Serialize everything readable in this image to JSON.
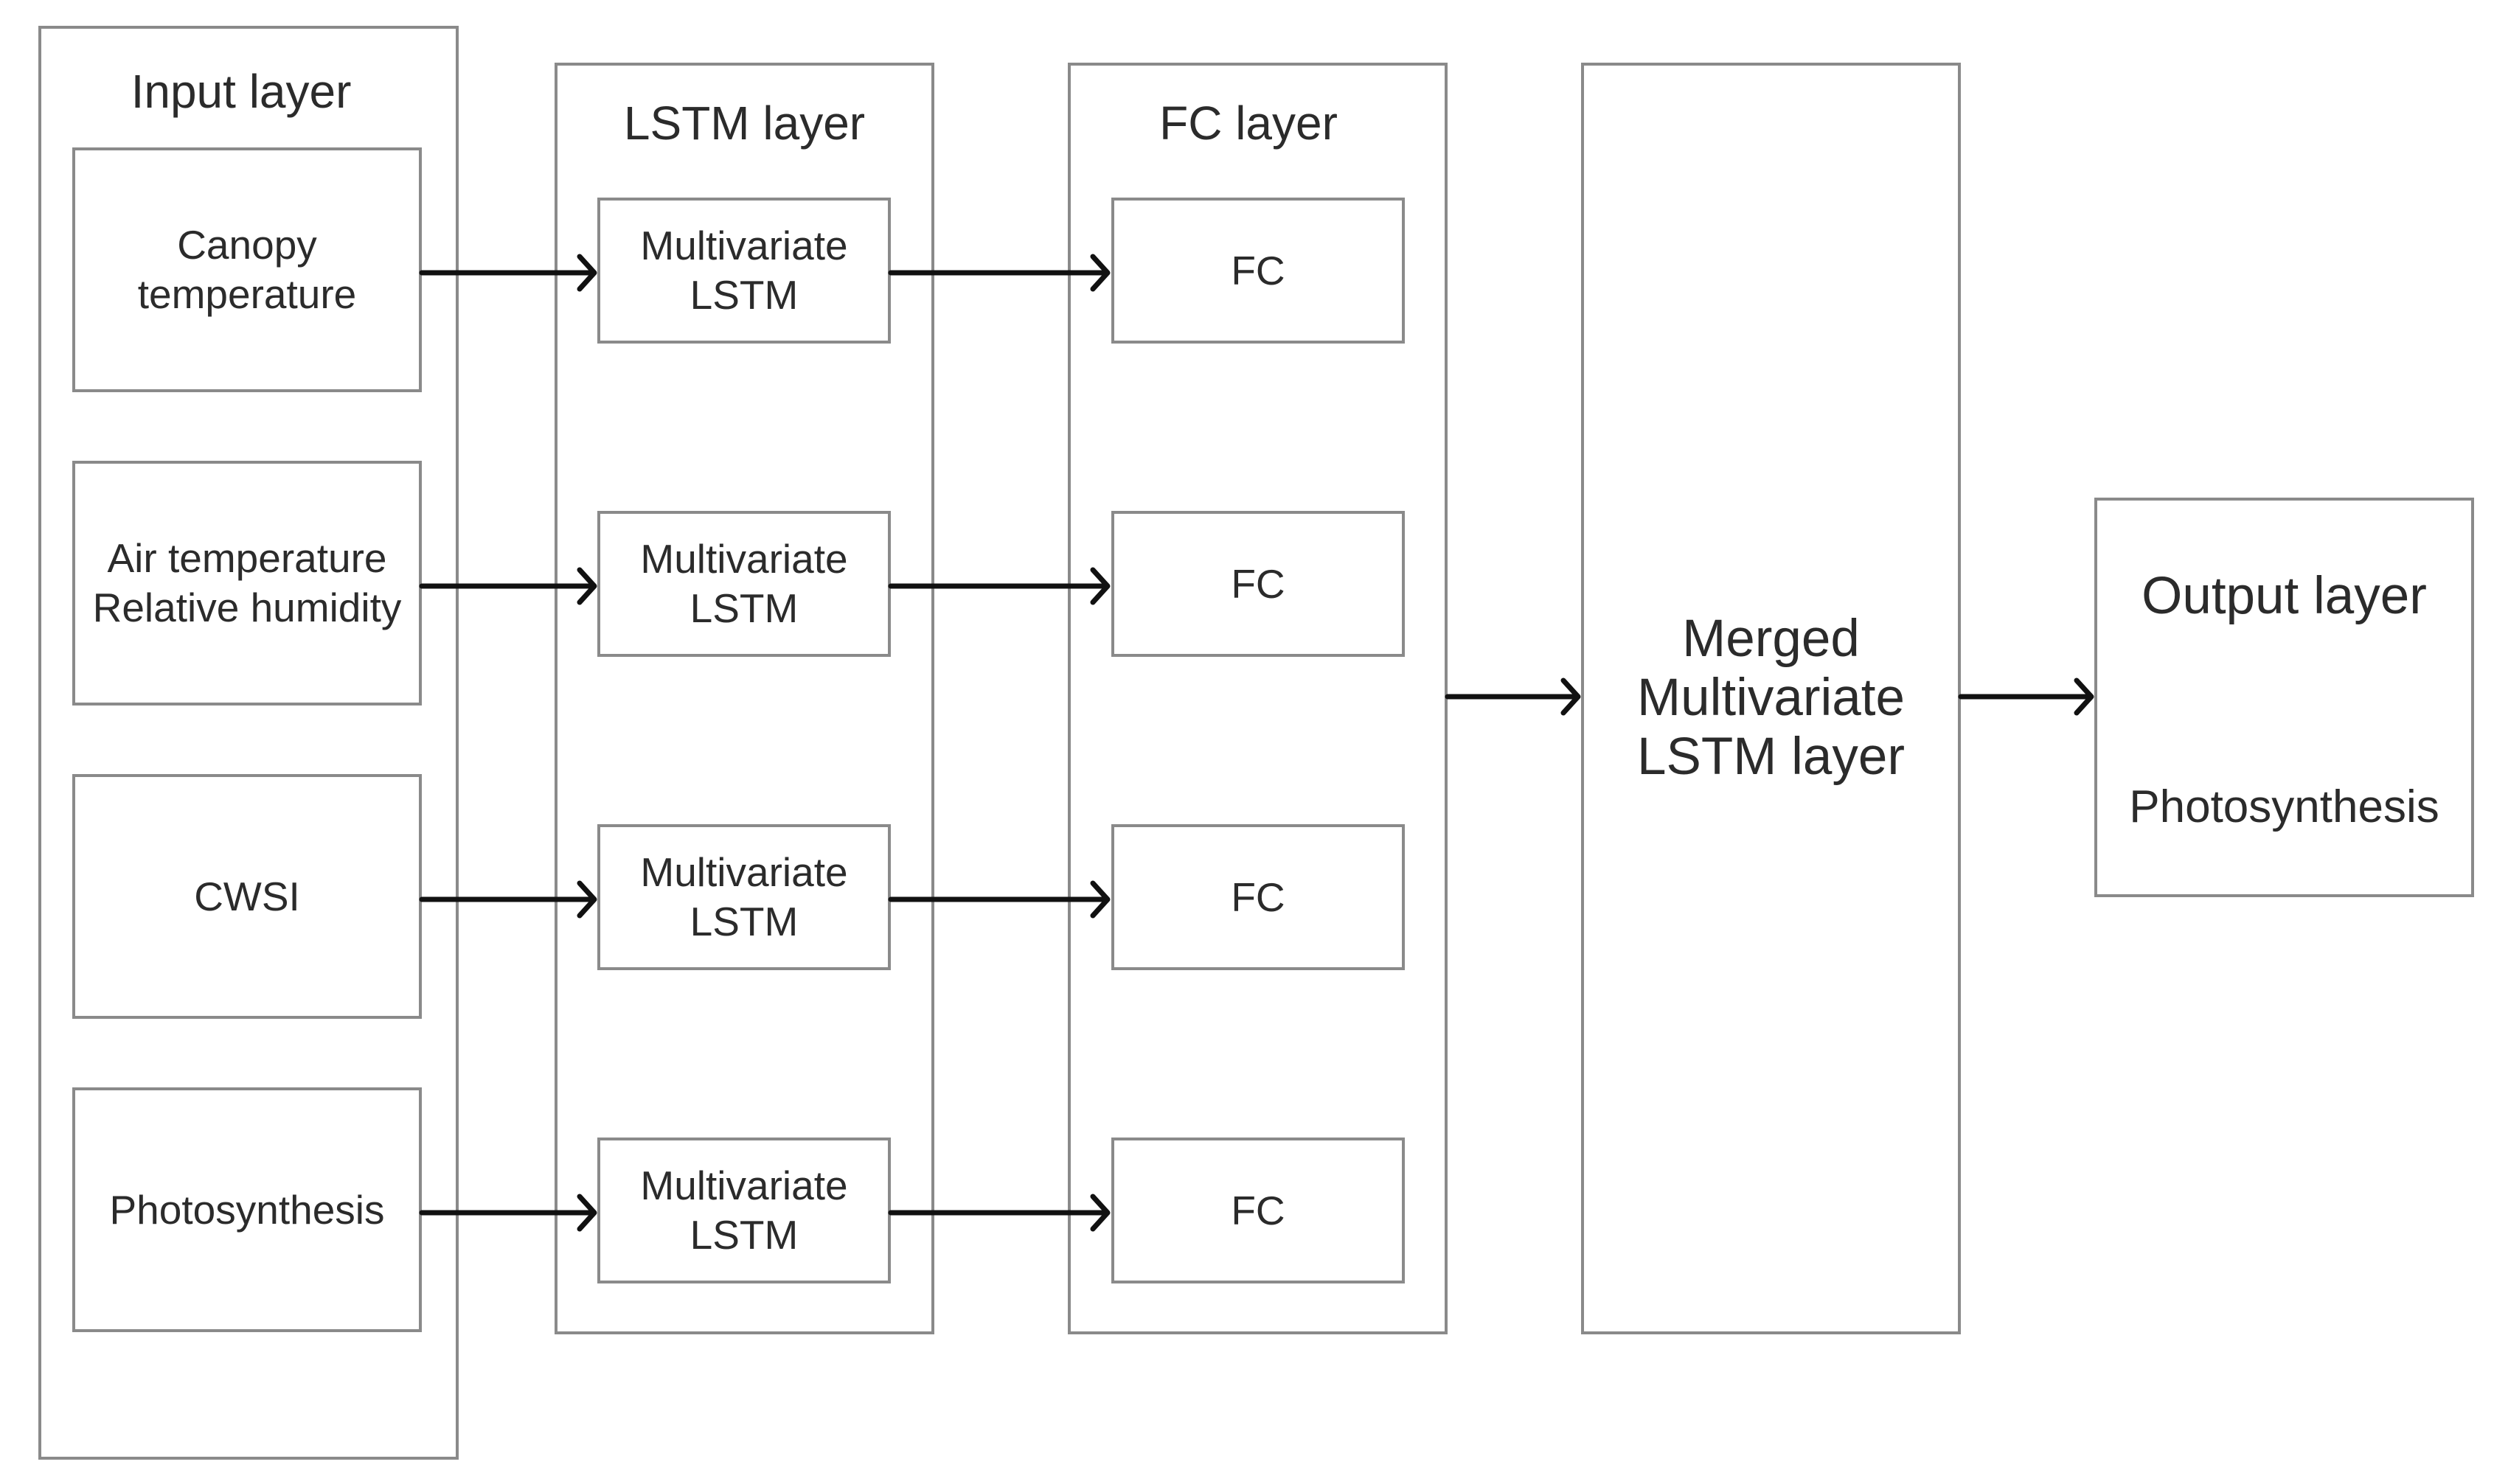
{
  "input_layer": {
    "title": "Input layer",
    "items": [
      "Canopy\ntemperature",
      "Air temperature\nRelative humidity",
      "CWSI",
      "Photosynthesis"
    ]
  },
  "lstm_layer": {
    "title": "LSTM layer",
    "items": [
      "Multivariate\nLSTM",
      "Multivariate\nLSTM",
      "Multivariate\nLSTM",
      "Multivariate\nLSTM"
    ]
  },
  "fc_layer": {
    "title": "FC layer",
    "items": [
      "FC",
      "FC",
      "FC",
      "FC"
    ]
  },
  "merged_layer": {
    "label": "Merged\nMultivariate\nLSTM layer"
  },
  "output_layer": {
    "title": "Output layer",
    "value": "Photosynthesis"
  }
}
